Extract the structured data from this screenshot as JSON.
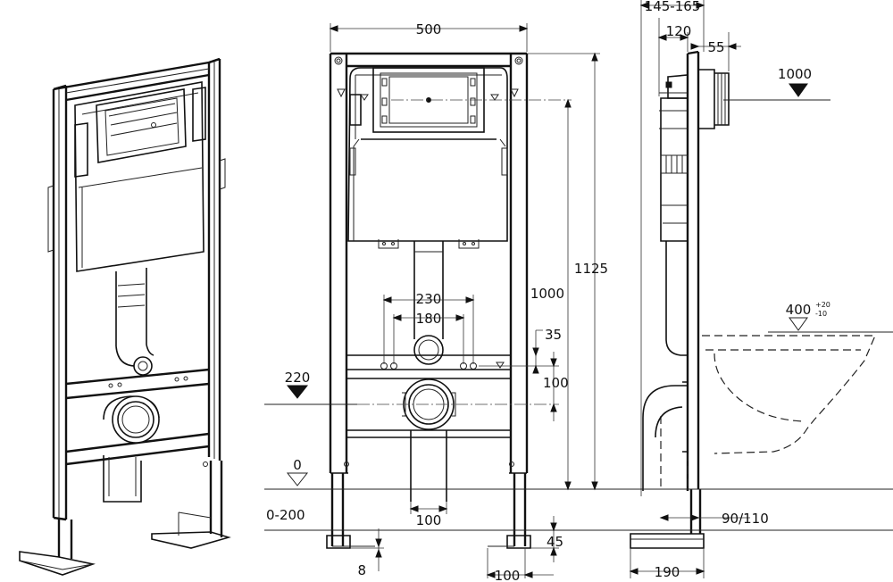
{
  "drawing": {
    "dimensions": {
      "frame_width": "500",
      "side_offset_range": "145-165",
      "side_depth": "120",
      "outlet_projection": "55",
      "flush_height": "1000",
      "total_height": "1125",
      "front_flush_height": "1000",
      "bolt_spacing_outer": "230",
      "bolt_spacing_inner": "180",
      "bolt_offset": "35",
      "bolt_vertical": "100",
      "drain_height": "220",
      "floor_level": "0",
      "adjust_range": "0-200",
      "drain_pipe_width": "100",
      "foot_offset": "8",
      "foot_height": "45",
      "foot_width": "100",
      "side_foot_width": "190",
      "drain_diameter": "90/110",
      "bowl_height": "400",
      "bowl_tol_plus": "+20",
      "bowl_tol_minus": "-10"
    }
  }
}
